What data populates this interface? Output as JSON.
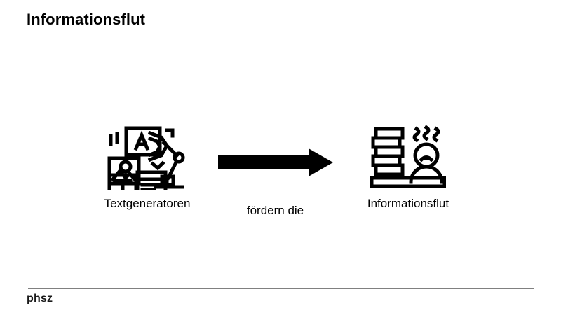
{
  "slide": {
    "title": "Informationsflut",
    "footer_brand": "phsz"
  },
  "diagram": {
    "source": {
      "label": "Textgeneratoren",
      "icon": "robot-arm-content-generator-icon"
    },
    "relation": {
      "label": "fördern die",
      "icon": "right-arrow-icon"
    },
    "target": {
      "label": "Informationsflut",
      "icon": "stressed-person-paper-stack-icon"
    }
  },
  "colors": {
    "ink": "#000000",
    "rule": "#808080",
    "background": "#ffffff"
  }
}
